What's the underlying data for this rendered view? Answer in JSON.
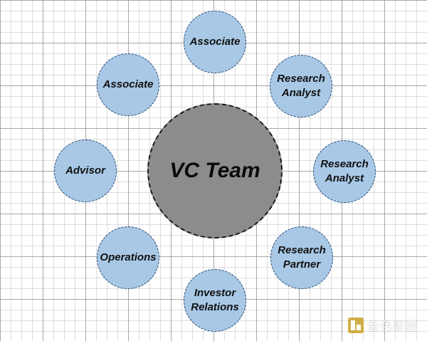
{
  "diagram": {
    "center": {
      "label": "VC Team",
      "fill": "#8c8c8c"
    },
    "roles": [
      {
        "label": "Associate"
      },
      {
        "label": "Research\nAnalyst"
      },
      {
        "label": "Research\nAnalyst"
      },
      {
        "label": "Research\nPartner"
      },
      {
        "label": "Investor\nRelations"
      },
      {
        "label": "Operations"
      },
      {
        "label": "Advisor"
      },
      {
        "label": "Associate"
      }
    ],
    "role_fill": "#a8c8e6",
    "role_border": "#24476f"
  },
  "watermark": {
    "text": "金色财经",
    "logo_color": "#c9a227"
  }
}
